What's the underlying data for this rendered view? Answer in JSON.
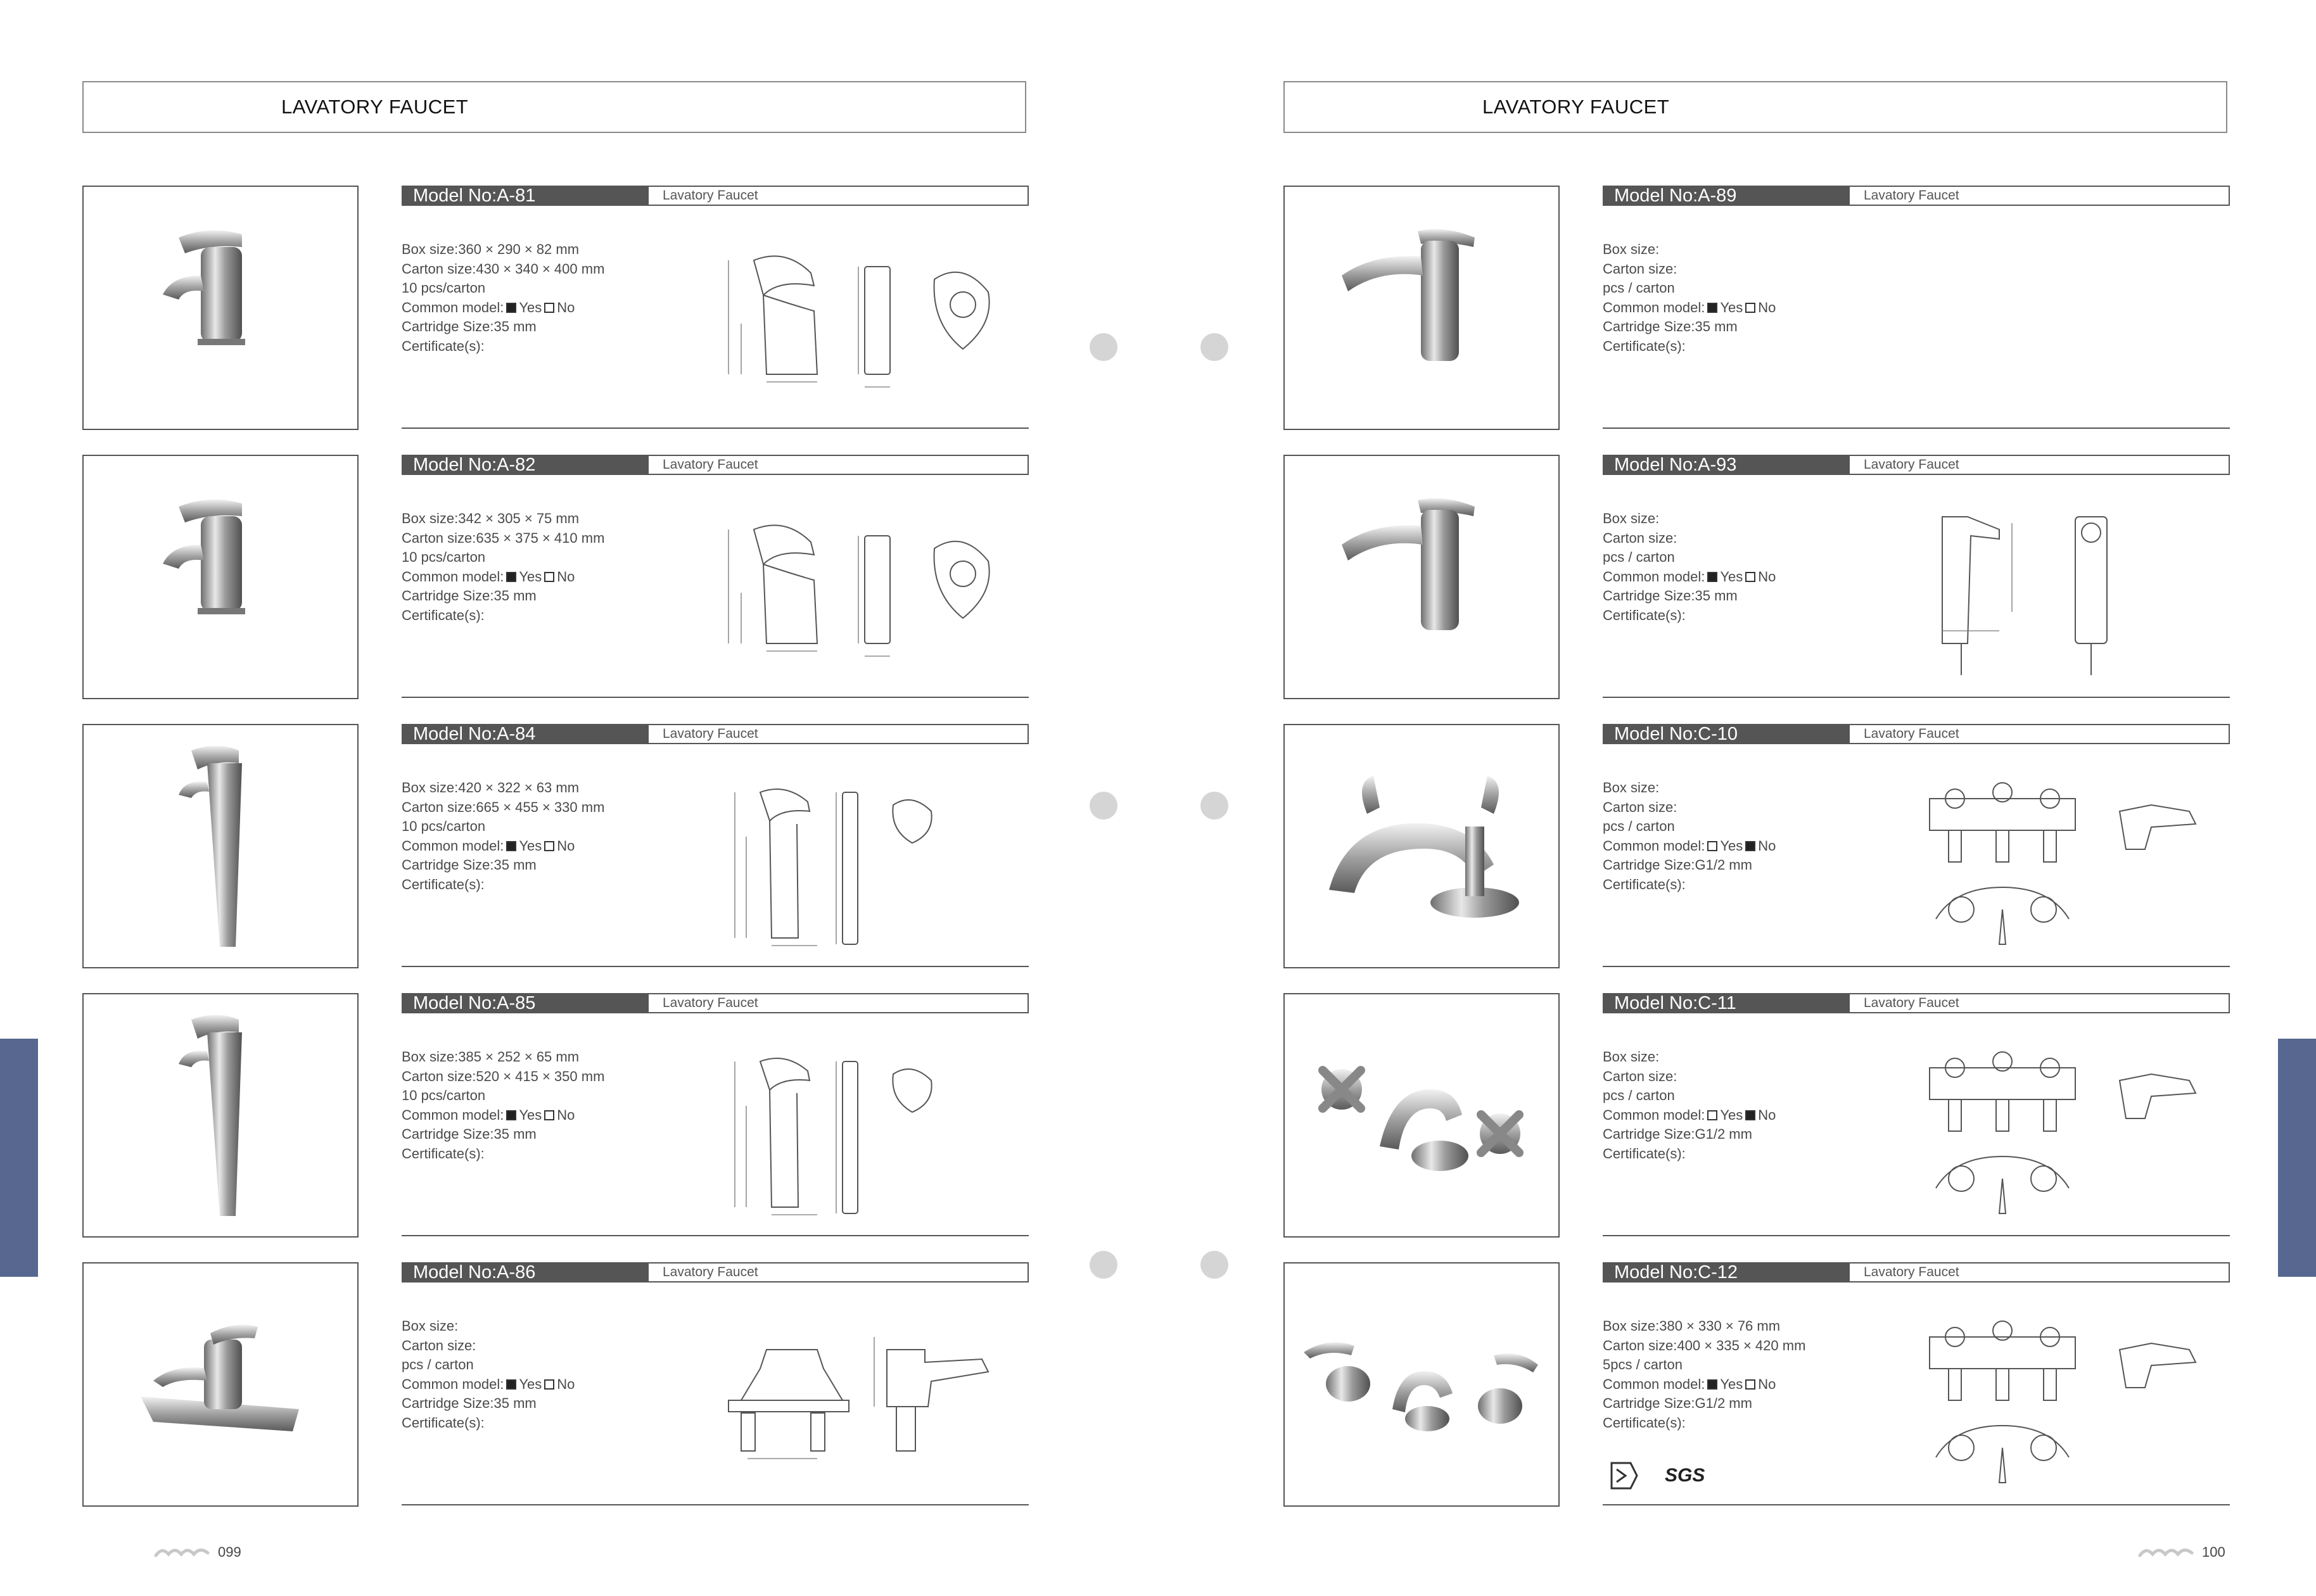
{
  "left": {
    "header": "LAVATORY FAUCET",
    "page_number": "099",
    "products": [
      {
        "model": "Model No:A-81",
        "category": "Lavatory Faucet",
        "box_size": "Box size:360 × 290 × 82 mm",
        "carton_size": "Carton size:430 × 340 × 400 mm",
        "pcs": "10 pcs/carton",
        "common_label": "Common model:",
        "common_yes": "Yes",
        "common_no": "No",
        "cartridge": "Cartridge Size:35 mm",
        "certificate": "Certificate(s):"
      },
      {
        "model": "Model No:A-82",
        "category": "Lavatory Faucet",
        "box_size": "Box size:342 × 305 × 75 mm",
        "carton_size": "Carton size:635 × 375 × 410 mm",
        "pcs": "10 pcs/carton",
        "common_label": "Common model:",
        "common_yes": "Yes",
        "common_no": "No",
        "cartridge": "Cartridge Size:35 mm",
        "certificate": "Certificate(s):"
      },
      {
        "model": "Model No:A-84",
        "category": "Lavatory Faucet",
        "box_size": "Box size:420 × 322 × 63 mm",
        "carton_size": "Carton size:665 × 455 × 330 mm",
        "pcs": "10 pcs/carton",
        "common_label": "Common model:",
        "common_yes": "Yes",
        "common_no": "No",
        "cartridge": "Cartridge Size:35 mm",
        "certificate": "Certificate(s):"
      },
      {
        "model": "Model No:A-85",
        "category": "Lavatory Faucet",
        "box_size": "Box size:385 × 252 × 65 mm",
        "carton_size": "Carton size:520 × 415 × 350 mm",
        "pcs": "10 pcs/carton",
        "common_label": "Common model:",
        "common_yes": "Yes",
        "common_no": "No",
        "cartridge": "Cartridge Size:35 mm",
        "certificate": "Certificate(s):"
      },
      {
        "model": "Model No:A-86",
        "category": "Lavatory Faucet",
        "box_size": "Box size:",
        "carton_size": "Carton size:",
        "pcs": "pcs / carton",
        "common_label": "Common model:",
        "common_yes": "Yes",
        "common_no": "No",
        "cartridge": "Cartridge Size:35 mm",
        "certificate": "Certificate(s):"
      }
    ]
  },
  "right": {
    "header": "LAVATORY FAUCET",
    "page_number": "100",
    "products": [
      {
        "model": "Model No:A-89",
        "category": "Lavatory Faucet",
        "box_size": "Box size:",
        "carton_size": "Carton size:",
        "pcs": "pcs / carton",
        "common_label": "Common model:",
        "common_yes": "Yes",
        "common_no": "No",
        "cartridge": "Cartridge Size:35 mm",
        "certificate": "Certificate(s):"
      },
      {
        "model": "Model No:A-93",
        "category": "Lavatory Faucet",
        "box_size": "Box size:",
        "carton_size": "Carton size:",
        "pcs": "pcs / carton",
        "common_label": "Common model:",
        "common_yes": "Yes",
        "common_no": "No",
        "cartridge": "Cartridge Size:35 mm",
        "certificate": "Certificate(s):"
      },
      {
        "model": "Model No:C-10",
        "category": "Lavatory Faucet",
        "box_size": "Box size:",
        "carton_size": "Carton size:",
        "pcs": "pcs / carton",
        "common_label": "Common model:",
        "common_yes": "Yes",
        "common_no": "No",
        "cartridge": "Cartridge Size:G1/2 mm",
        "certificate": "Certificate(s):"
      },
      {
        "model": "Model No:C-11",
        "category": "Lavatory Faucet",
        "box_size": "Box size:",
        "carton_size": "Carton size:",
        "pcs": "pcs / carton",
        "common_label": "Common model:",
        "common_yes": "Yes",
        "common_no": "No",
        "cartridge": "Cartridge Size:G1/2 mm",
        "certificate": "Certificate(s):"
      },
      {
        "model": "Model No:C-12",
        "category": "Lavatory Faucet",
        "box_size": "Box size:380 × 330 × 76 mm",
        "carton_size": "Carton size:400 × 335 × 420 mm",
        "pcs": "5pcs / carton",
        "common_label": "Common model:",
        "common_yes": "Yes",
        "common_no": "No",
        "cartridge": "Cartridge Size:G1/2 mm",
        "certificate": "Certificate(s):"
      }
    ],
    "certificate_logo": "SGS"
  },
  "common_model_checked": [
    [
      "yes",
      "yes",
      "yes",
      "yes",
      "yes"
    ],
    [
      "yes",
      "yes",
      "no",
      "no",
      "yes"
    ]
  ],
  "colors": {
    "tab": "#57678f",
    "bar": "#555555",
    "circle": "#d5d5d5"
  }
}
